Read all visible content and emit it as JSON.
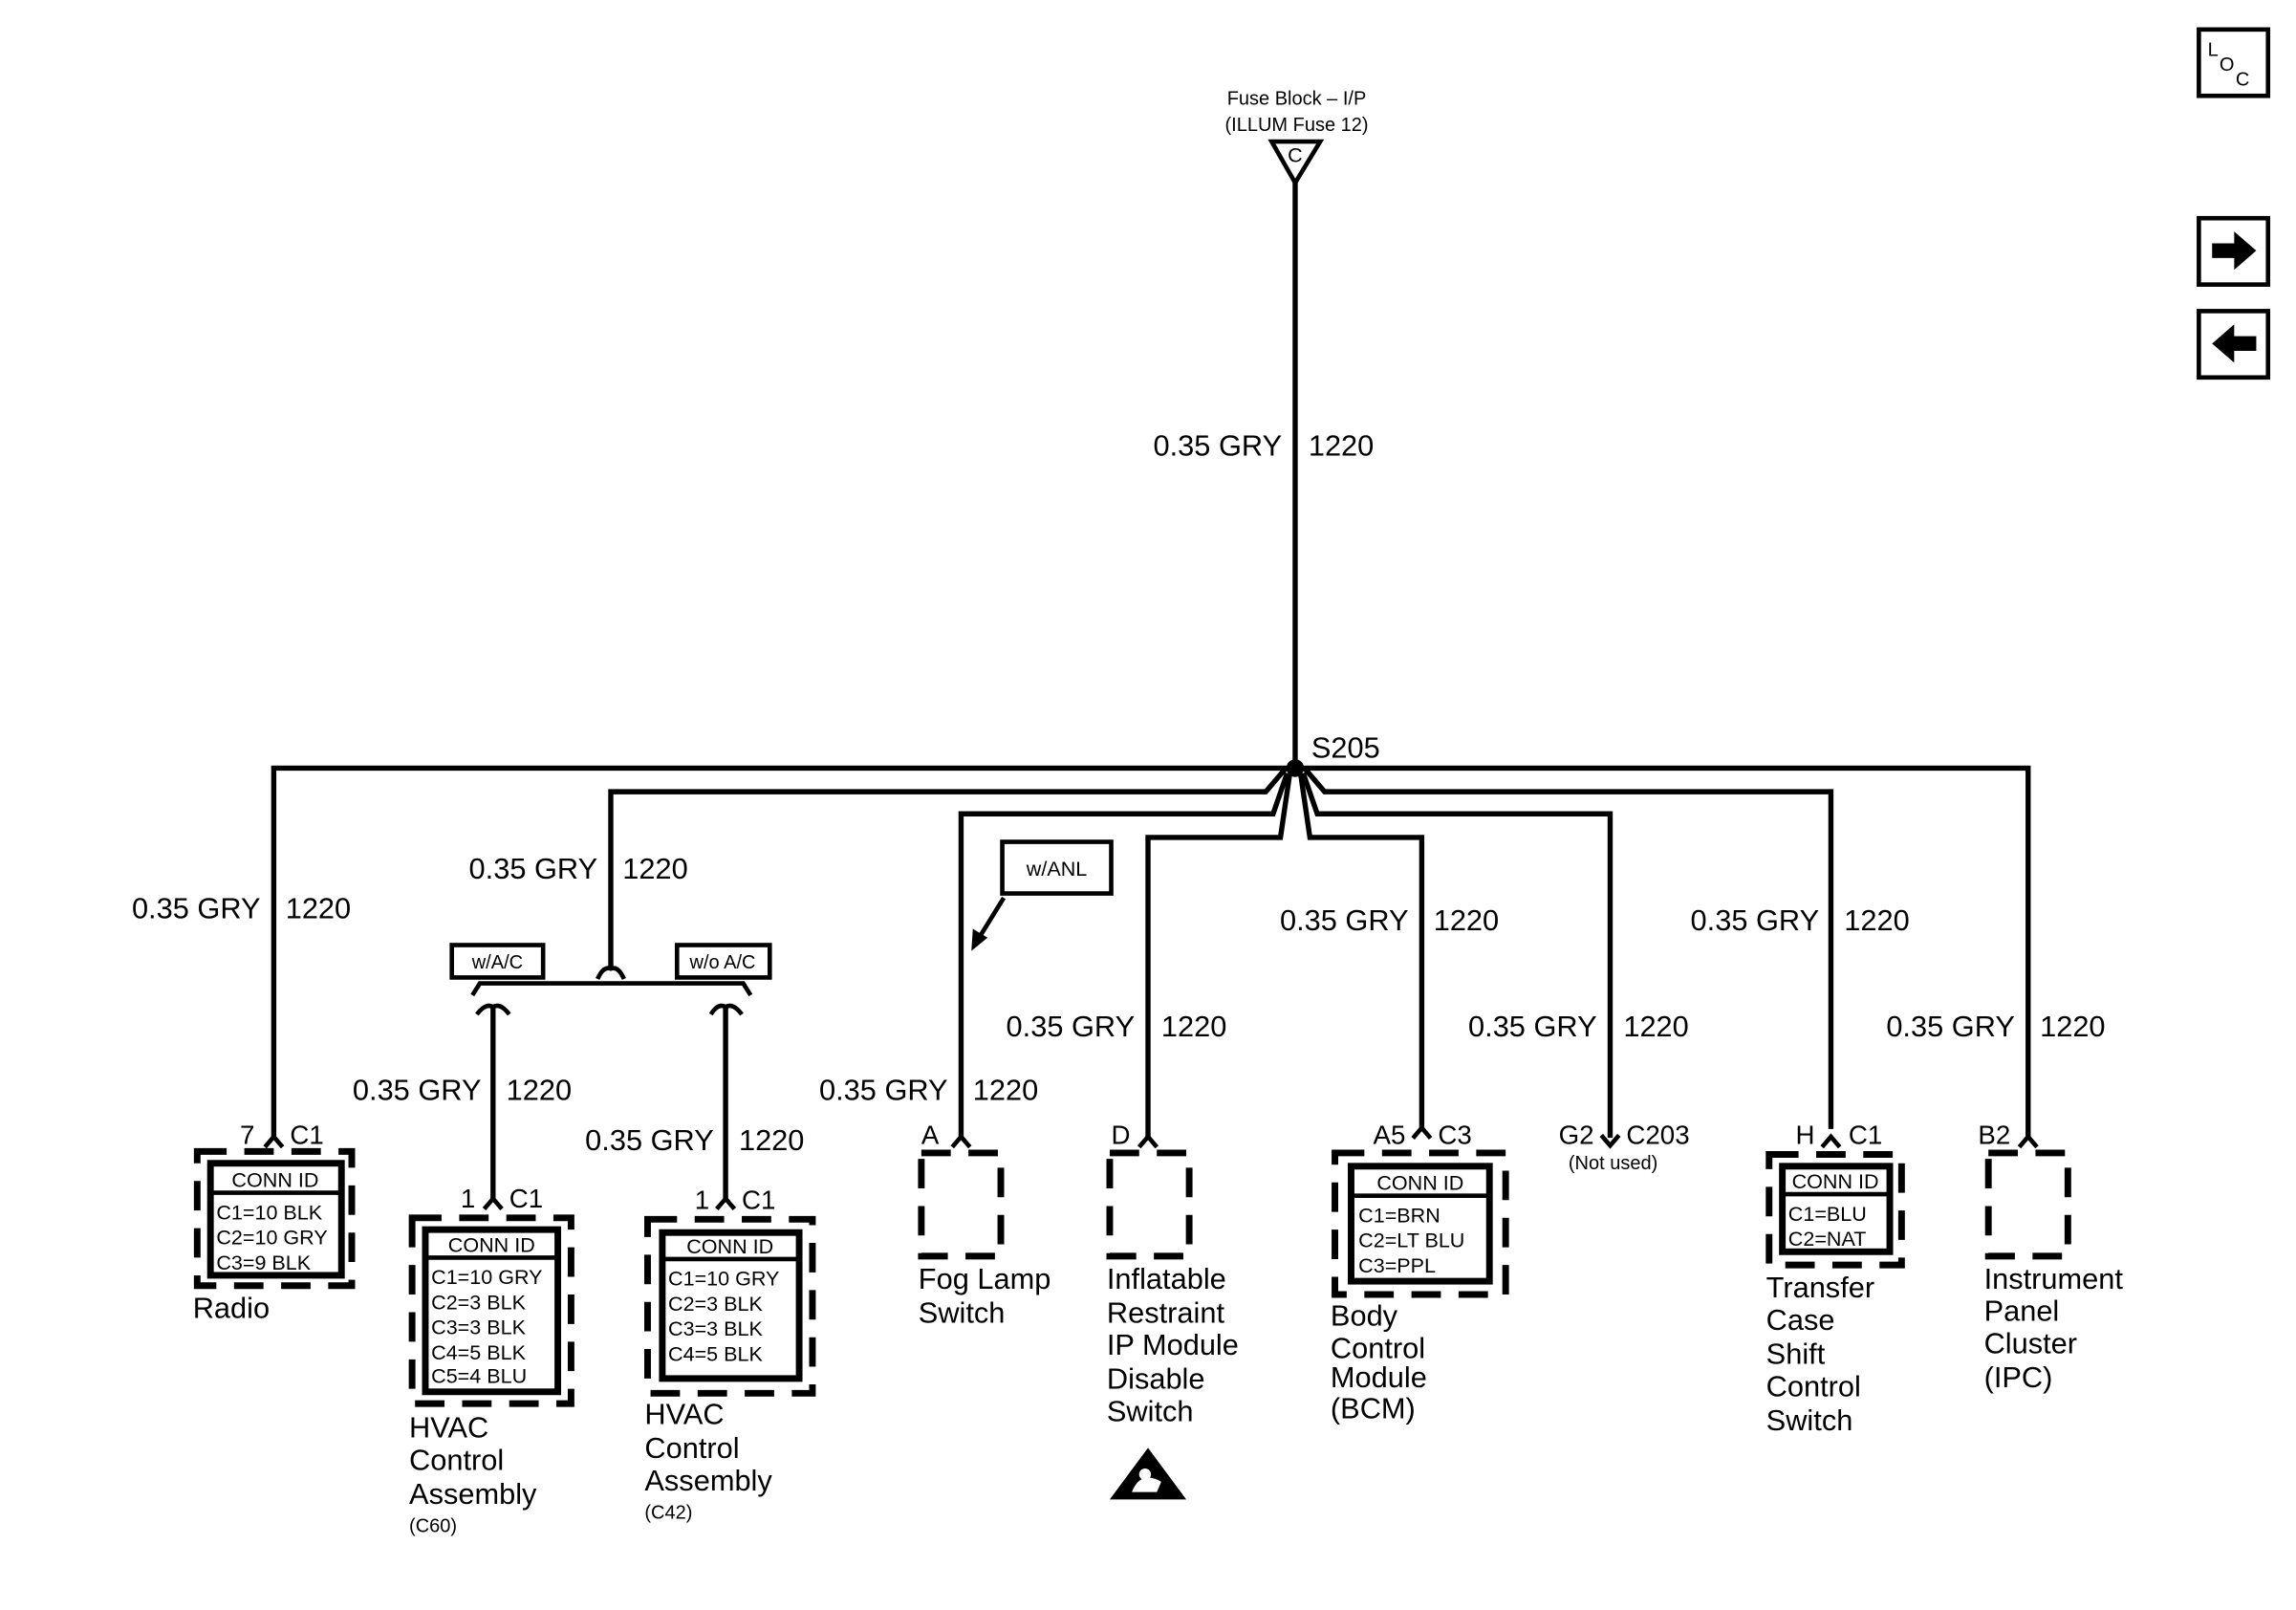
{
  "source": {
    "title": "Fuse Block – I/P",
    "fuse": "(ILLUM Fuse 12)",
    "terminal": "C"
  },
  "wire_label": "0.35 GRY",
  "circuit": "1220",
  "splice": "S205",
  "options": {
    "with_ac": "w/A/C",
    "without_ac": "w/o A/C",
    "with_anl": "w/ANL"
  },
  "conn_id_header": "CONN ID",
  "nav": {
    "loc_l": "L",
    "loc_o": "O",
    "loc_c": "C"
  },
  "components": {
    "radio": {
      "pin": "7",
      "conn": "C1",
      "name": "Radio",
      "conn_ids": [
        "C1=10 BLK",
        "C2=10 GRY",
        "C3=9 BLK"
      ]
    },
    "hvac_c60": {
      "pin": "1",
      "conn": "C1",
      "name_lines": [
        "HVAC",
        "Control",
        "Assembly"
      ],
      "note": "(C60)",
      "conn_ids": [
        "C1=10 GRY",
        "C2=3 BLK",
        "C3=3 BLK",
        "C4=5 BLK",
        "C5=4 BLU"
      ]
    },
    "hvac_c42": {
      "pin": "1",
      "conn": "C1",
      "name_lines": [
        "HVAC",
        "Control",
        "Assembly"
      ],
      "note": "(C42)",
      "conn_ids": [
        "C1=10 GRY",
        "C2=3 BLK",
        "C3=3 BLK",
        "C4=5 BLK"
      ]
    },
    "fog_lamp": {
      "pin": "A",
      "name_lines": [
        "Fog Lamp",
        "Switch"
      ]
    },
    "inflatable": {
      "pin": "D",
      "name_lines": [
        "Inflatable",
        "Restraint",
        "IP Module",
        "Disable",
        "Switch"
      ]
    },
    "bcm": {
      "pin": "A5",
      "conn": "C3",
      "name_lines": [
        "Body",
        "Control",
        "Module",
        "(BCM)"
      ],
      "conn_ids": [
        "C1=BRN",
        "C2=LT BLU",
        "C3=PPL"
      ]
    },
    "c203": {
      "pin": "G2",
      "conn": "C203",
      "note": "(Not used)"
    },
    "transfer_case": {
      "pin": "H",
      "conn": "C1",
      "name_lines": [
        "Transfer",
        "Case",
        "Shift",
        "Control",
        "Switch"
      ],
      "conn_ids": [
        "C1=BLU",
        "C2=NAT"
      ]
    },
    "ipc": {
      "pin": "B2",
      "name_lines": [
        "Instrument",
        "Panel",
        "Cluster",
        "(IPC)"
      ]
    }
  }
}
